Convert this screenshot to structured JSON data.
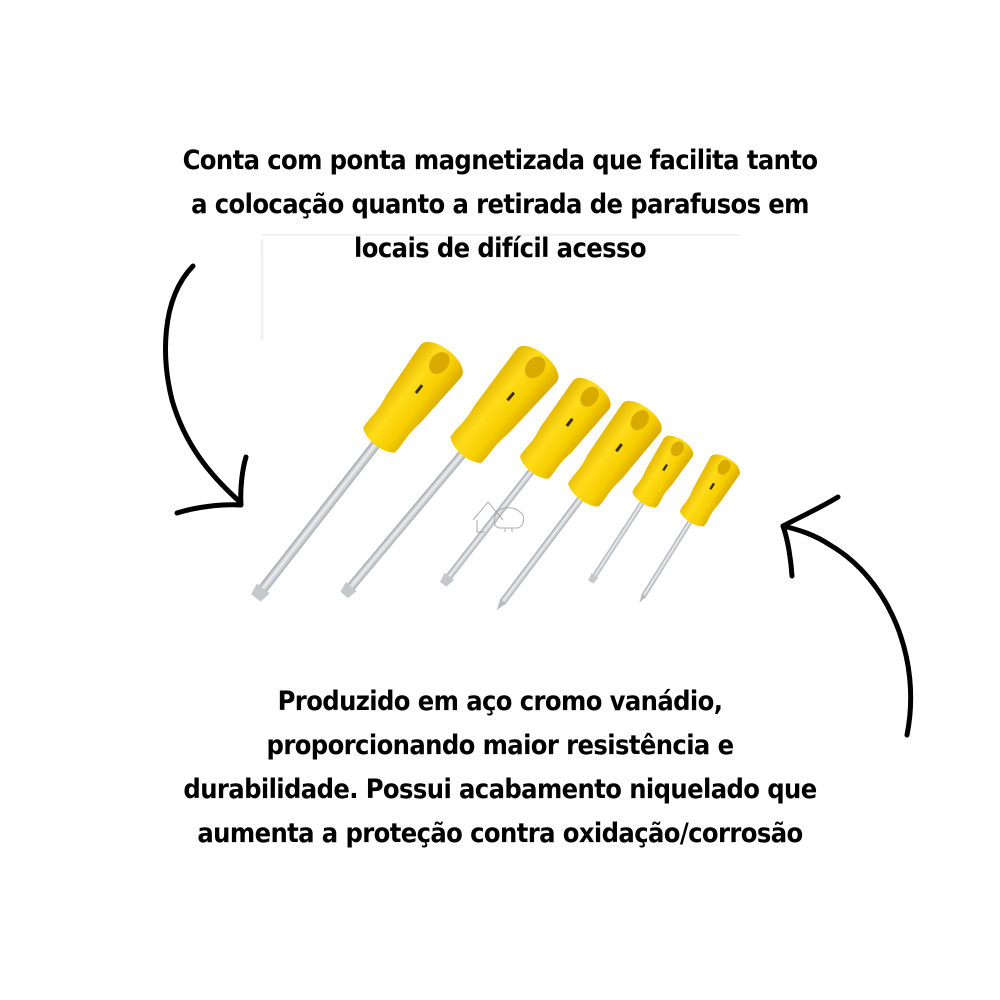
{
  "top_caption": {
    "lines": [
      "Conta com ponta magnetizada que facilita tanto",
      "a colocação quanto a retirada de parafusos em",
      "locais de difícil acesso"
    ]
  },
  "bottom_caption": {
    "lines": [
      "Produzido em aço cromo vanádio,",
      "proporcionando maior resistência e",
      "durabilidade. Possui acabamento niquelado que",
      "aumenta a proteção contra oxidação/corrosão"
    ]
  },
  "product": {
    "name": "screwdriver-set",
    "count": 6,
    "handle_color": "#F7D000",
    "handle_shadow_color": "#E0B400",
    "shaft_color": "#C9CDD0",
    "items": [
      {
        "tip": "slotted",
        "size": "large"
      },
      {
        "tip": "slotted",
        "size": "large"
      },
      {
        "tip": "slotted",
        "size": "medium"
      },
      {
        "tip": "phillips",
        "size": "medium"
      },
      {
        "tip": "slotted",
        "size": "small"
      },
      {
        "tip": "phillips",
        "size": "small"
      }
    ]
  },
  "colors": {
    "background": "#FFFFFF",
    "text": "#000000",
    "arrow": "#000000"
  }
}
